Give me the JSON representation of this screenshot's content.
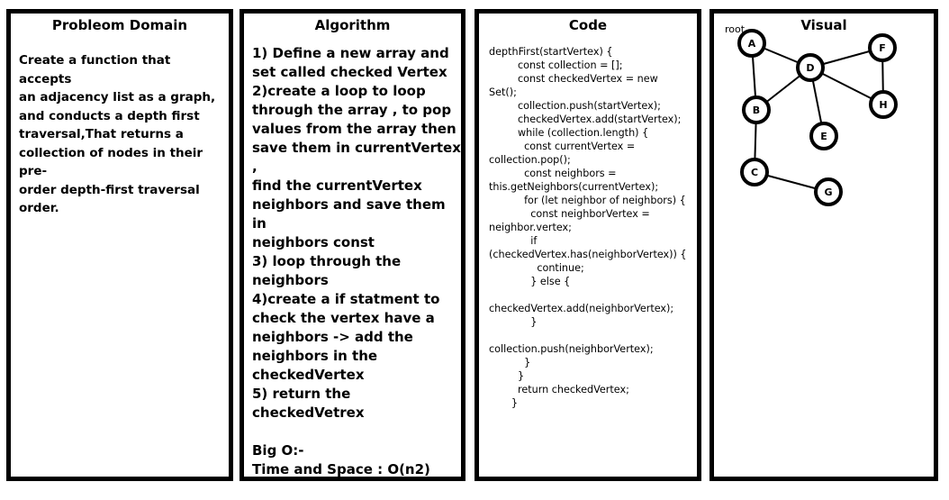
{
  "problem": {
    "title": "Probleom Domain",
    "text": "Create a function that accepts\nan adjacency list as a graph,\nand conducts a depth first\ntraversal,That returns a\ncollection of nodes in their pre-\norder depth-first traversal\norder."
  },
  "algorithm": {
    "title": "Algorithm",
    "text": "1) Define a new array and\nset called checked Vertex\n2)create a loop to loop\nthrough the array , to pop\nvalues from the array then\nsave them in currentVertex ,\nfind the currentVertex\nneighbors and save them in\nneighbors const\n3) loop through the\nneighbors\n4)create a if statment to\ncheck the vertex have a\nneighbors -> add the\nneighbors in the\ncheckedVertex\n5) return the checkedVetrex\n\nBig O:-\nTime and Space : O(n2)"
  },
  "code": {
    "title": "Code",
    "text": "depthFirst(startVertex) {\n         const collection = [];\n         const checkedVertex = new\nSet();\n         collection.push(startVertex);\n         checkedVertex.add(startVertex);\n         while (collection.length) {\n           const currentVertex =\ncollection.pop();\n           const neighbors =\nthis.getNeighbors(currentVertex);\n           for (let neighbor of neighbors) {\n             const neighborVertex =\nneighbor.vertex;\n             if\n(checkedVertex.has(neighborVertex)) {\n               continue;\n             } else {\n\ncheckedVertex.add(neighborVertex);\n             }\n\ncollection.push(neighborVertex);\n           }\n         }\n         return checkedVertex;\n       }"
  },
  "visual": {
    "title": "Visual",
    "root_label": "root",
    "nodes": [
      "A",
      "B",
      "C",
      "D",
      "E",
      "F",
      "G",
      "H"
    ],
    "edges": [
      [
        "A",
        "B"
      ],
      [
        "A",
        "D"
      ],
      [
        "B",
        "D"
      ],
      [
        "B",
        "C"
      ],
      [
        "C",
        "G"
      ],
      [
        "D",
        "E"
      ],
      [
        "D",
        "F"
      ],
      [
        "D",
        "H"
      ],
      [
        "F",
        "H"
      ]
    ]
  }
}
